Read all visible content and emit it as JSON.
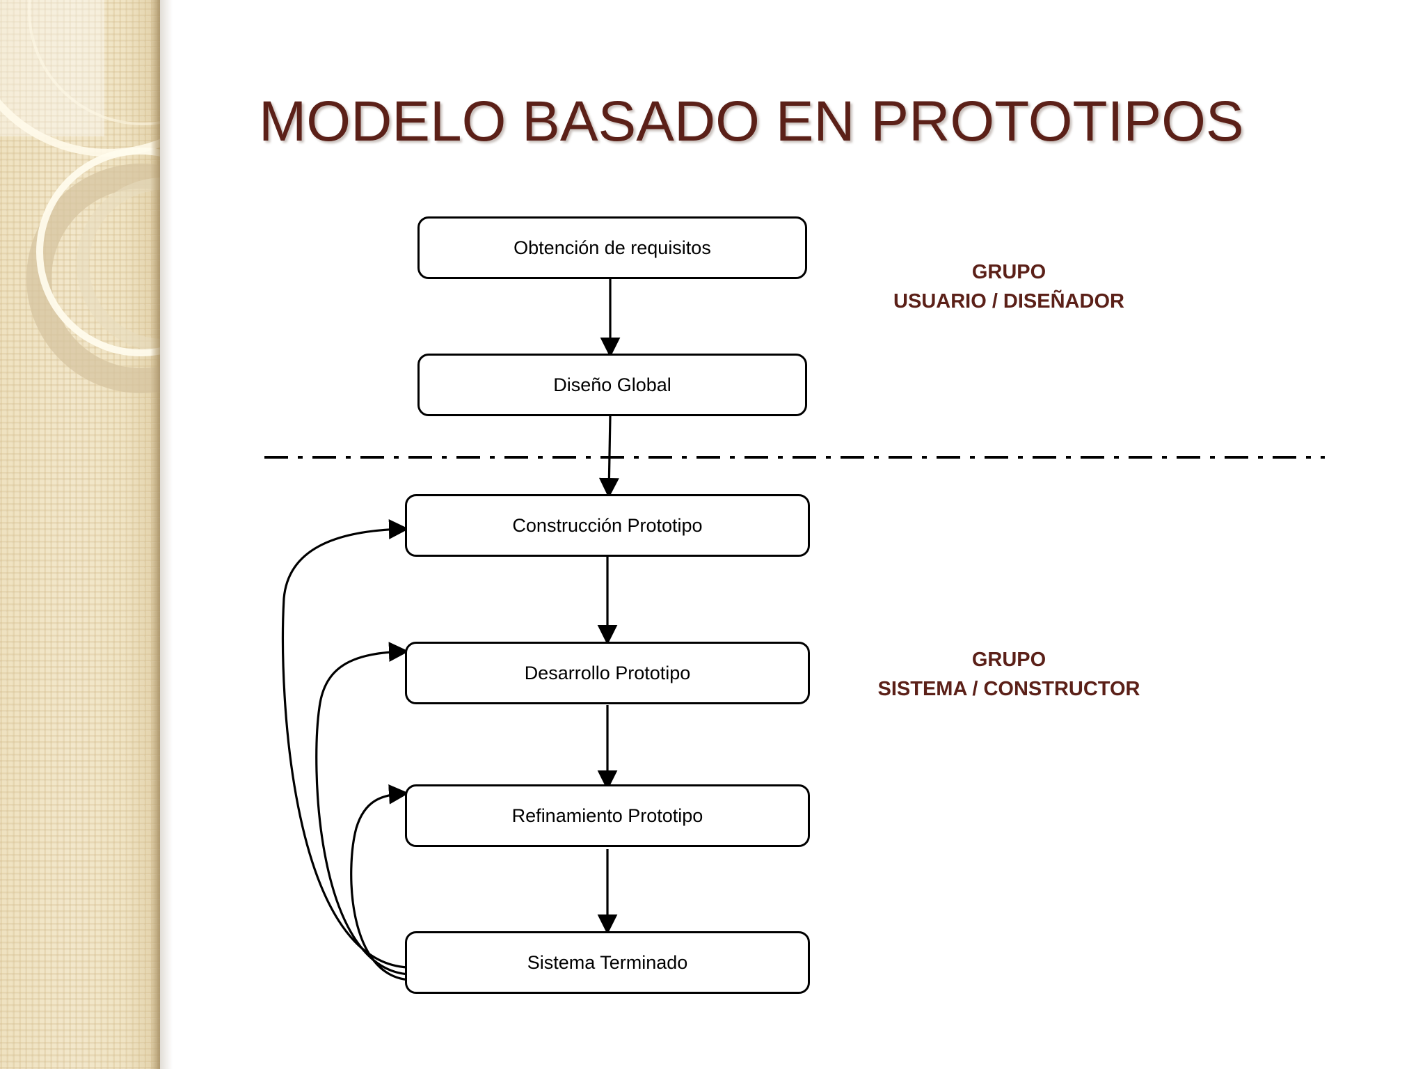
{
  "slide": {
    "title": "MODELO BASADO EN PROTOTIPOS",
    "accent_color": "#5B2018",
    "background_color": "#FFFFFF",
    "sidebar_color": "#F0E4C4"
  },
  "groups": [
    {
      "id": "user",
      "line1": "GRUPO",
      "line2": "USUARIO / DISEÑADOR"
    },
    {
      "id": "system",
      "line1": "GRUPO",
      "line2": "SISTEMA / CONSTRUCTOR"
    }
  ],
  "diagram": {
    "nodes": [
      {
        "id": "obtencion",
        "label": "Obtención de requisitos"
      },
      {
        "id": "diseno",
        "label": "Diseño Global"
      },
      {
        "id": "construccion",
        "label": "Construcción Prototipo"
      },
      {
        "id": "desarrollo",
        "label": "Desarrollo Prototipo"
      },
      {
        "id": "refinamiento",
        "label": "Refinamiento Prototipo"
      },
      {
        "id": "terminado",
        "label": "Sistema Terminado"
      }
    ],
    "divider": {
      "style": "dash-dot"
    }
  }
}
